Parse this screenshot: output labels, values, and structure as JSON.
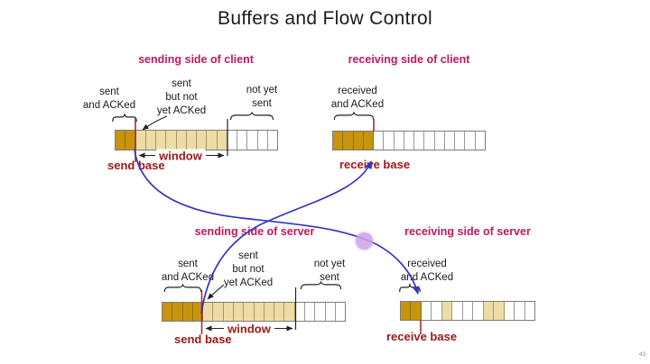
{
  "title": "Buffers and Flow Control",
  "page_number": "43",
  "colors": {
    "panel_header": "#c2185b",
    "base_and_window_label": "#a01818",
    "acked_cell": "#c6940f",
    "unacked_cell": "#eedca6",
    "free_cell": "#ffffff",
    "flow_arrow": "#3535c0",
    "base_line": "#993333",
    "pointer_dot": "#cda6e8"
  },
  "panels": {
    "client_send": {
      "header": "sending side of client",
      "label_acked": [
        "sent",
        "and ACKed"
      ],
      "label_unacked": [
        "sent",
        "but not",
        "yet ACKed"
      ],
      "label_free": [
        "not yet",
        "sent"
      ],
      "window_label": "window",
      "base_label": "send base",
      "cells": [
        "a",
        "a",
        "u",
        "u",
        "u",
        "u",
        "u",
        "u",
        "u",
        "u",
        "u",
        "f",
        "f",
        "f",
        "f",
        "f"
      ]
    },
    "client_recv": {
      "header": "receiving side of client",
      "label_acked": [
        "received",
        "and ACKed"
      ],
      "base_label": "receive base",
      "cells": [
        "a",
        "a",
        "a",
        "a",
        "f",
        "f",
        "f",
        "f",
        "f",
        "f",
        "f",
        "f",
        "f",
        "f",
        "f"
      ]
    },
    "server_send": {
      "header": "sending side of server",
      "label_acked": [
        "sent",
        "and ACKed"
      ],
      "label_unacked": [
        "sent",
        "but not",
        "yet ACKed"
      ],
      "label_free": [
        "not yet",
        "sent"
      ],
      "window_label": "window",
      "base_label": "send base",
      "cells": [
        "a",
        "a",
        "a",
        "a",
        "u",
        "u",
        "u",
        "u",
        "u",
        "u",
        "u",
        "u",
        "u",
        "f",
        "f",
        "f",
        "f",
        "f"
      ]
    },
    "server_recv": {
      "header": "receiving side of server",
      "label_acked": [
        "received",
        "and ACKed"
      ],
      "base_label": "receive base",
      "cells": [
        "a",
        "a",
        "f",
        "f",
        "u",
        "f",
        "f",
        "f",
        "u",
        "u",
        "f",
        "f",
        "f"
      ]
    }
  }
}
